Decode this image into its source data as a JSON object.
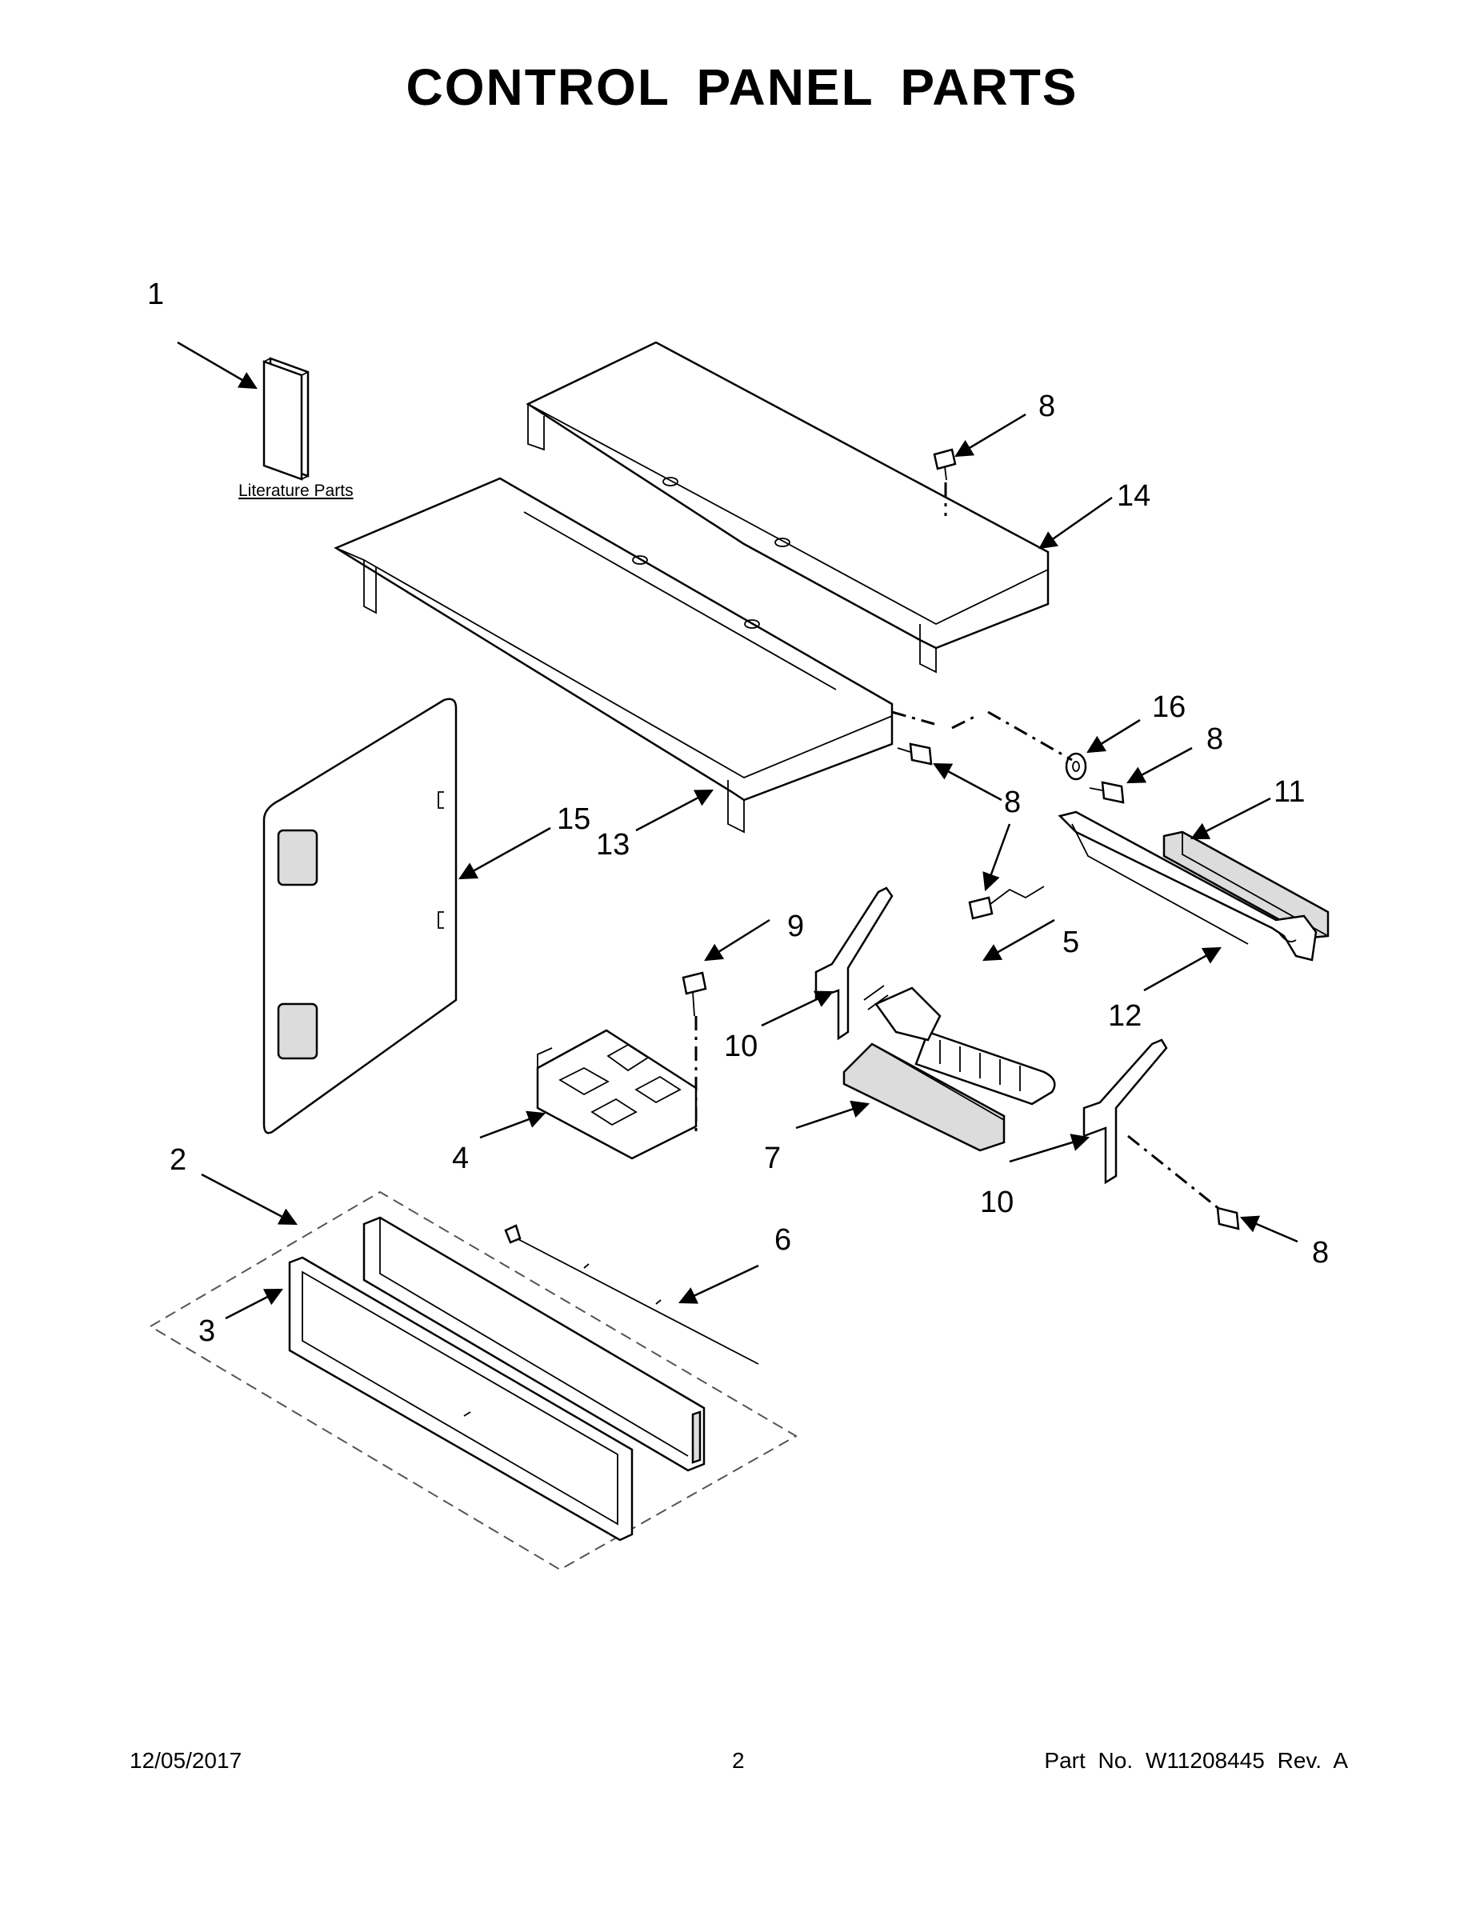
{
  "page": {
    "title": "CONTROL PANEL PARTS",
    "literature_label": "Literature Parts",
    "footer": {
      "date": "12/05/2017",
      "page_number": "2",
      "part_number": "Part No.  W11208445  Rev.  A"
    }
  },
  "callouts": [
    {
      "id": "c1",
      "label": "1"
    },
    {
      "id": "c8a",
      "label": "8"
    },
    {
      "id": "c14",
      "label": "14"
    },
    {
      "id": "c16",
      "label": "16"
    },
    {
      "id": "c8b",
      "label": "8"
    },
    {
      "id": "c15",
      "label": "15"
    },
    {
      "id": "c13",
      "label": "13"
    },
    {
      "id": "c8c",
      "label": "8"
    },
    {
      "id": "c11",
      "label": "11"
    },
    {
      "id": "c9",
      "label": "9"
    },
    {
      "id": "c5",
      "label": "5"
    },
    {
      "id": "c10a",
      "label": "10"
    },
    {
      "id": "c12",
      "label": "12"
    },
    {
      "id": "c2",
      "label": "2"
    },
    {
      "id": "c4",
      "label": "4"
    },
    {
      "id": "c7",
      "label": "7"
    },
    {
      "id": "c10b",
      "label": "10"
    },
    {
      "id": "c8d",
      "label": "8"
    },
    {
      "id": "c6",
      "label": "6"
    },
    {
      "id": "c3",
      "label": "3"
    }
  ]
}
